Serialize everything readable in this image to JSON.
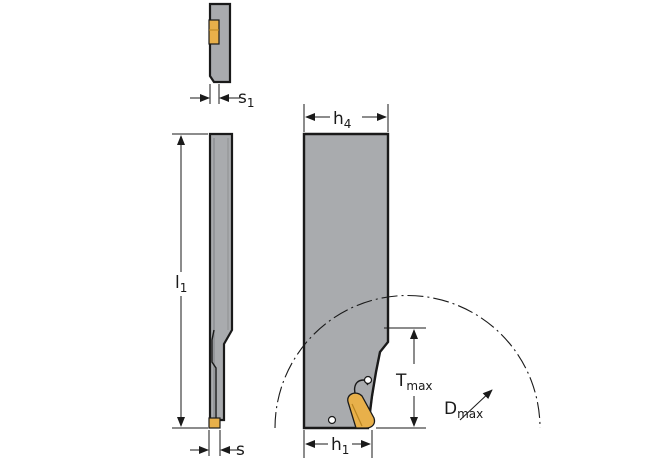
{
  "labels": {
    "s1": {
      "main": "s",
      "sub": "1"
    },
    "h4": {
      "main": "h",
      "sub": "4"
    },
    "l1": {
      "main": "l",
      "sub": "1"
    },
    "tmax": {
      "main": "T",
      "sub": "max"
    },
    "dmax": {
      "main": "D",
      "sub": "max"
    },
    "h1": {
      "main": "h",
      "sub": "1"
    },
    "s": {
      "main": "s",
      "sub": ""
    }
  },
  "colors": {
    "body": "#a9abae",
    "body_dark": "#8e9093",
    "outline": "#1a1a1a",
    "insert": "#e8b04a",
    "insert_dark": "#b98420",
    "dimension": "#1a1a1a"
  }
}
